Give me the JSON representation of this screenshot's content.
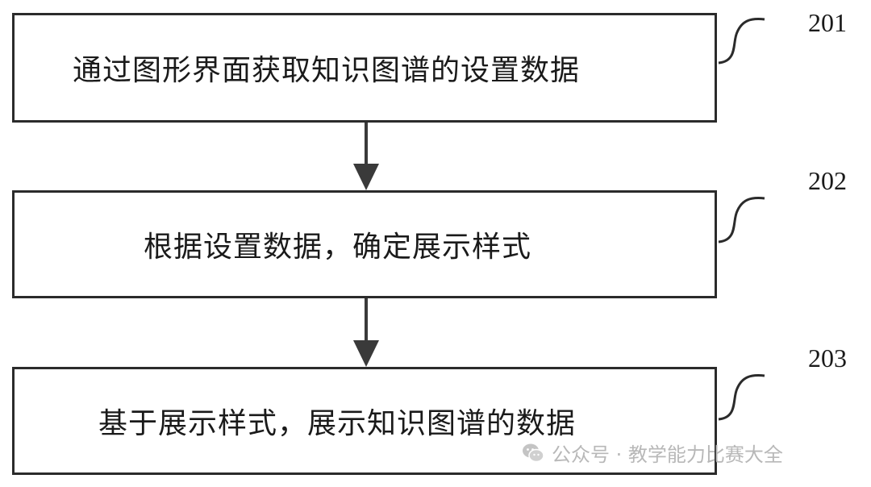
{
  "steps": [
    {
      "number": "201",
      "text": "通过图形界面获取知识图谱的设置数据"
    },
    {
      "number": "202",
      "text": "根据设置数据，确定展示样式"
    },
    {
      "number": "203",
      "text": "基于展示样式，展示知识图谱的数据"
    }
  ],
  "watermark": {
    "icon": "wechat-icon",
    "text": "公众号 · 教学能力比赛大全"
  },
  "colors": {
    "line": "#2b2b2b",
    "arrow": "#3a3a3a",
    "watermark": "#b8b8b8"
  }
}
